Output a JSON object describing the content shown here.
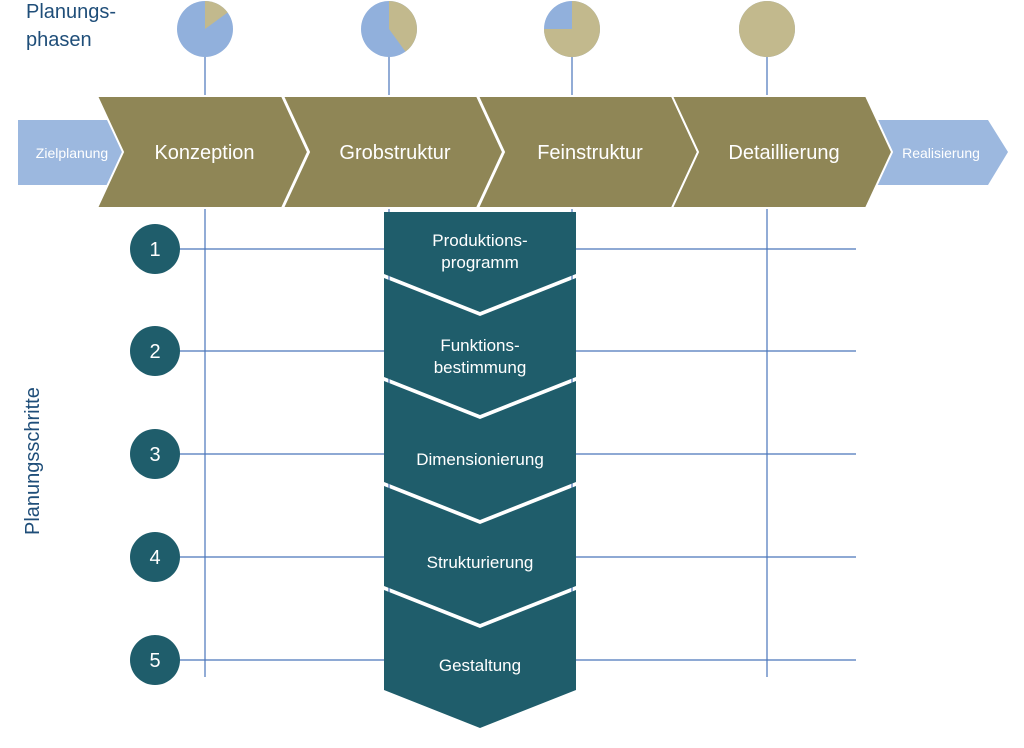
{
  "axis_labels": {
    "phases": [
      "Planungs-",
      "phasen"
    ],
    "steps": "Planungsschritte"
  },
  "arrows": {
    "start": "Zielplanung",
    "end": "Realisierung"
  },
  "phases": [
    {
      "name": "Konzeption",
      "progress": 0.15
    },
    {
      "name": "Grobstruktur",
      "progress": 0.4
    },
    {
      "name": "Feinstruktur",
      "progress": 0.75
    },
    {
      "name": "Detaillierung",
      "progress": 1.0
    }
  ],
  "steps": [
    {
      "number": "1",
      "label": [
        "Produktions-",
        "programm"
      ]
    },
    {
      "number": "2",
      "label": [
        "Funktions-",
        "bestimmung"
      ]
    },
    {
      "number": "3",
      "label": [
        "Dimensionierung"
      ]
    },
    {
      "number": "4",
      "label": [
        "Strukturierung"
      ]
    },
    {
      "number": "5",
      "label": [
        "Gestaltung"
      ]
    }
  ],
  "colors": {
    "olive": "#8f8656",
    "pie_filled": "#c2b98d",
    "pie_empty": "#91b0dc",
    "light_blue_arrow": "#9cb8df",
    "teal": "#1f5d6b",
    "grid_line": "#4a76bb",
    "dark_text": "#1f4e79"
  }
}
